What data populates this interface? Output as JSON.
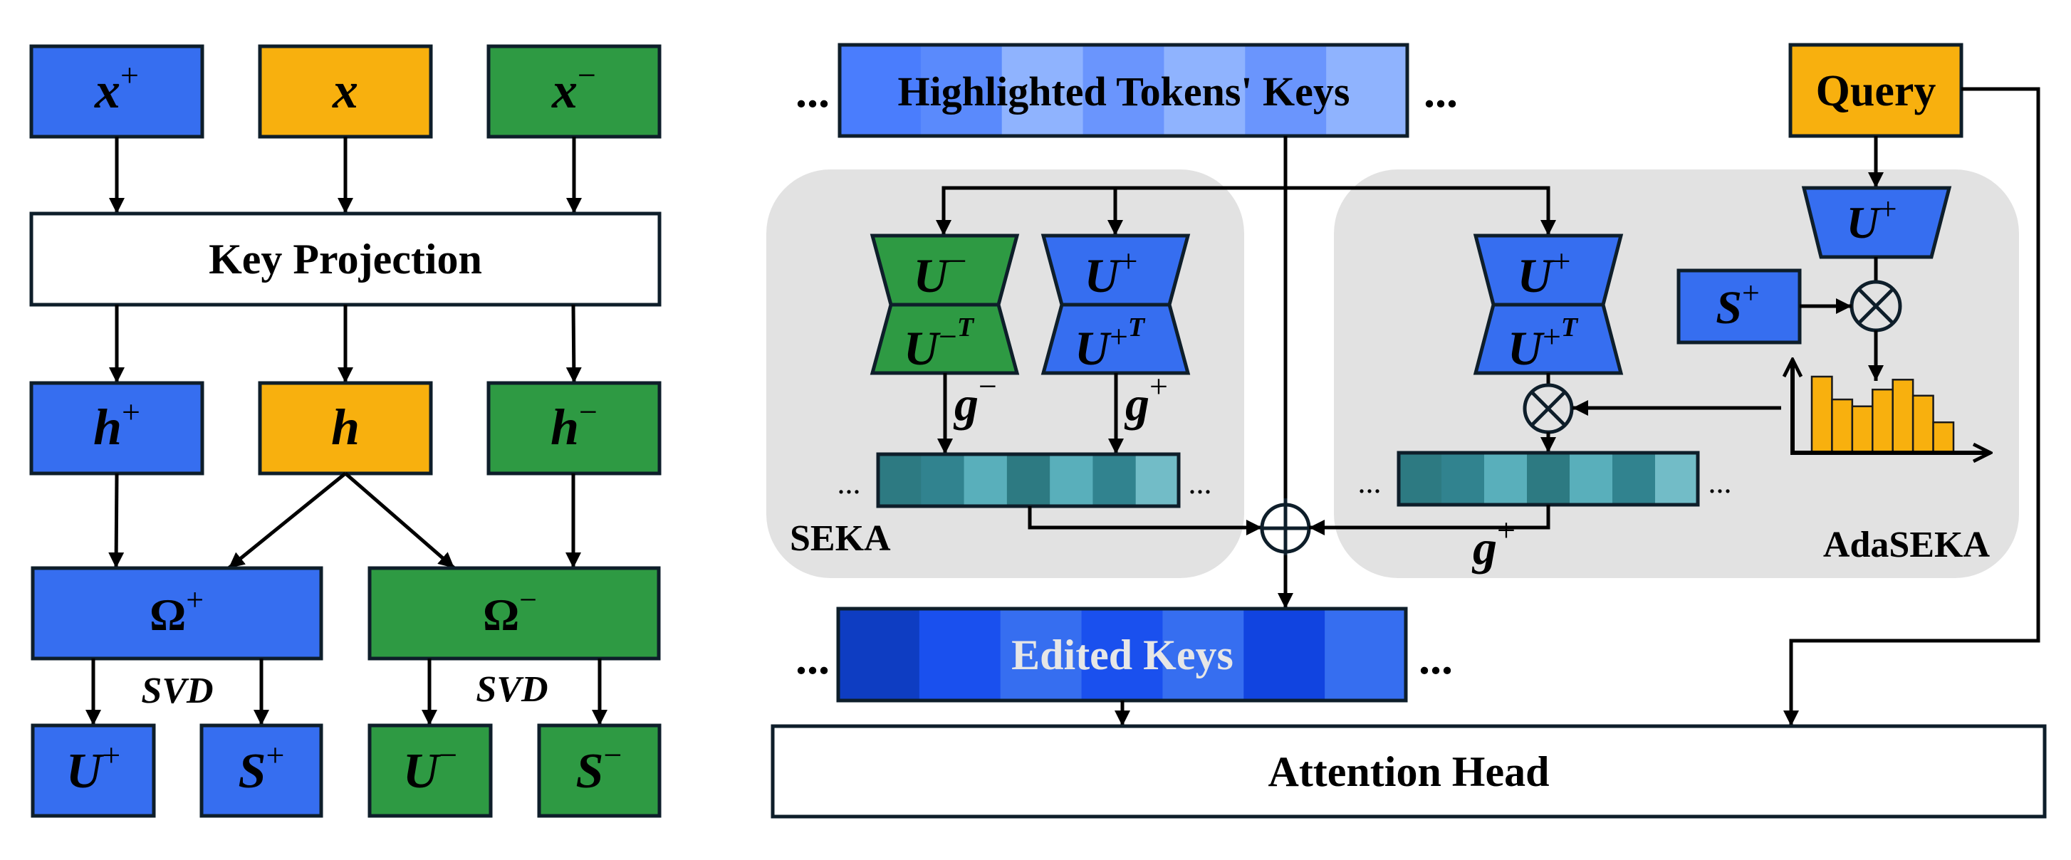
{
  "colors": {
    "positive_blue": "#366ef0",
    "neutral_orange": "#f8b00e",
    "negative_green": "#2e9a43",
    "panel_gray": "#e2e2e2",
    "white": "#ffffff"
  },
  "left_panel": {
    "inputs": [
      {
        "base": "x",
        "sup": "+"
      },
      {
        "base": "x",
        "sup": ""
      },
      {
        "base": "x",
        "sup": "−"
      }
    ],
    "key_projection": "Key Projection",
    "hidden": [
      {
        "base": "h",
        "sup": "+"
      },
      {
        "base": "h",
        "sup": ""
      },
      {
        "base": "h",
        "sup": "−"
      }
    ],
    "omega": [
      {
        "base": "Ω",
        "sup": "+"
      },
      {
        "base": "Ω",
        "sup": "−"
      }
    ],
    "svd_label": "SVD",
    "outputs": [
      {
        "base": "U",
        "sup": "+"
      },
      {
        "base": "S",
        "sup": "+"
      },
      {
        "base": "U",
        "sup": "−"
      },
      {
        "base": "S",
        "sup": "−"
      }
    ]
  },
  "right_panel": {
    "ellipsis": "...",
    "highlighted_keys": {
      "label": "Highlighted Tokens' Keys",
      "stripe_colors": [
        "#4a7dfd",
        "#5a8afc",
        "#8fb3fe",
        "#6a95fd",
        "#8fb3fe",
        "#6a95fd",
        "#8fb3fe"
      ]
    },
    "query": "Query",
    "seka": {
      "title": "SEKA",
      "neg_projection": {
        "top": {
          "base": "U",
          "sup": "−"
        },
        "bottom": {
          "base": "U",
          "sup": "−",
          "sup2": "T"
        }
      },
      "pos_projection": {
        "top": {
          "base": "U",
          "sup": "+"
        },
        "bottom": {
          "base": "U",
          "sup": "+",
          "sup2": "T"
        }
      },
      "g_neg": {
        "base": "g",
        "sup": "−"
      },
      "g_pos": {
        "base": "g",
        "sup": "+"
      },
      "gated_stripe_colors": [
        "#2d7a82",
        "#31838f",
        "#59afbb",
        "#2d7a82",
        "#59afbb",
        "#31838f",
        "#72bcc7"
      ]
    },
    "adaseka": {
      "title": "AdaSEKA",
      "pos_projection": {
        "top": {
          "base": "U",
          "sup": "+"
        },
        "bottom": {
          "base": "U",
          "sup": "+",
          "sup2": "T"
        }
      },
      "query_projection": {
        "base": "U",
        "sup": "+"
      },
      "singular_values": {
        "base": "S",
        "sup": "+"
      },
      "g_pos": {
        "base": "g",
        "sup": "+"
      },
      "gated_stripe_colors": [
        "#2d7a82",
        "#31838f",
        "#59afbb",
        "#2d7a82",
        "#59afbb",
        "#31838f",
        "#72bcc7"
      ],
      "histogram": {
        "type": "bar",
        "values": [
          1.0,
          0.7,
          0.61,
          0.83,
          0.96,
          0.75,
          0.4
        ],
        "bar_color": "#f8b00e"
      }
    },
    "edited_keys": {
      "label": "Edited Keys",
      "stripe_colors": [
        "#0e3dc2",
        "#1a50ee",
        "#366ef0",
        "#1a50ee",
        "#366ef0",
        "#1144e0",
        "#366ef0"
      ]
    },
    "attention_head": "Attention Head"
  }
}
